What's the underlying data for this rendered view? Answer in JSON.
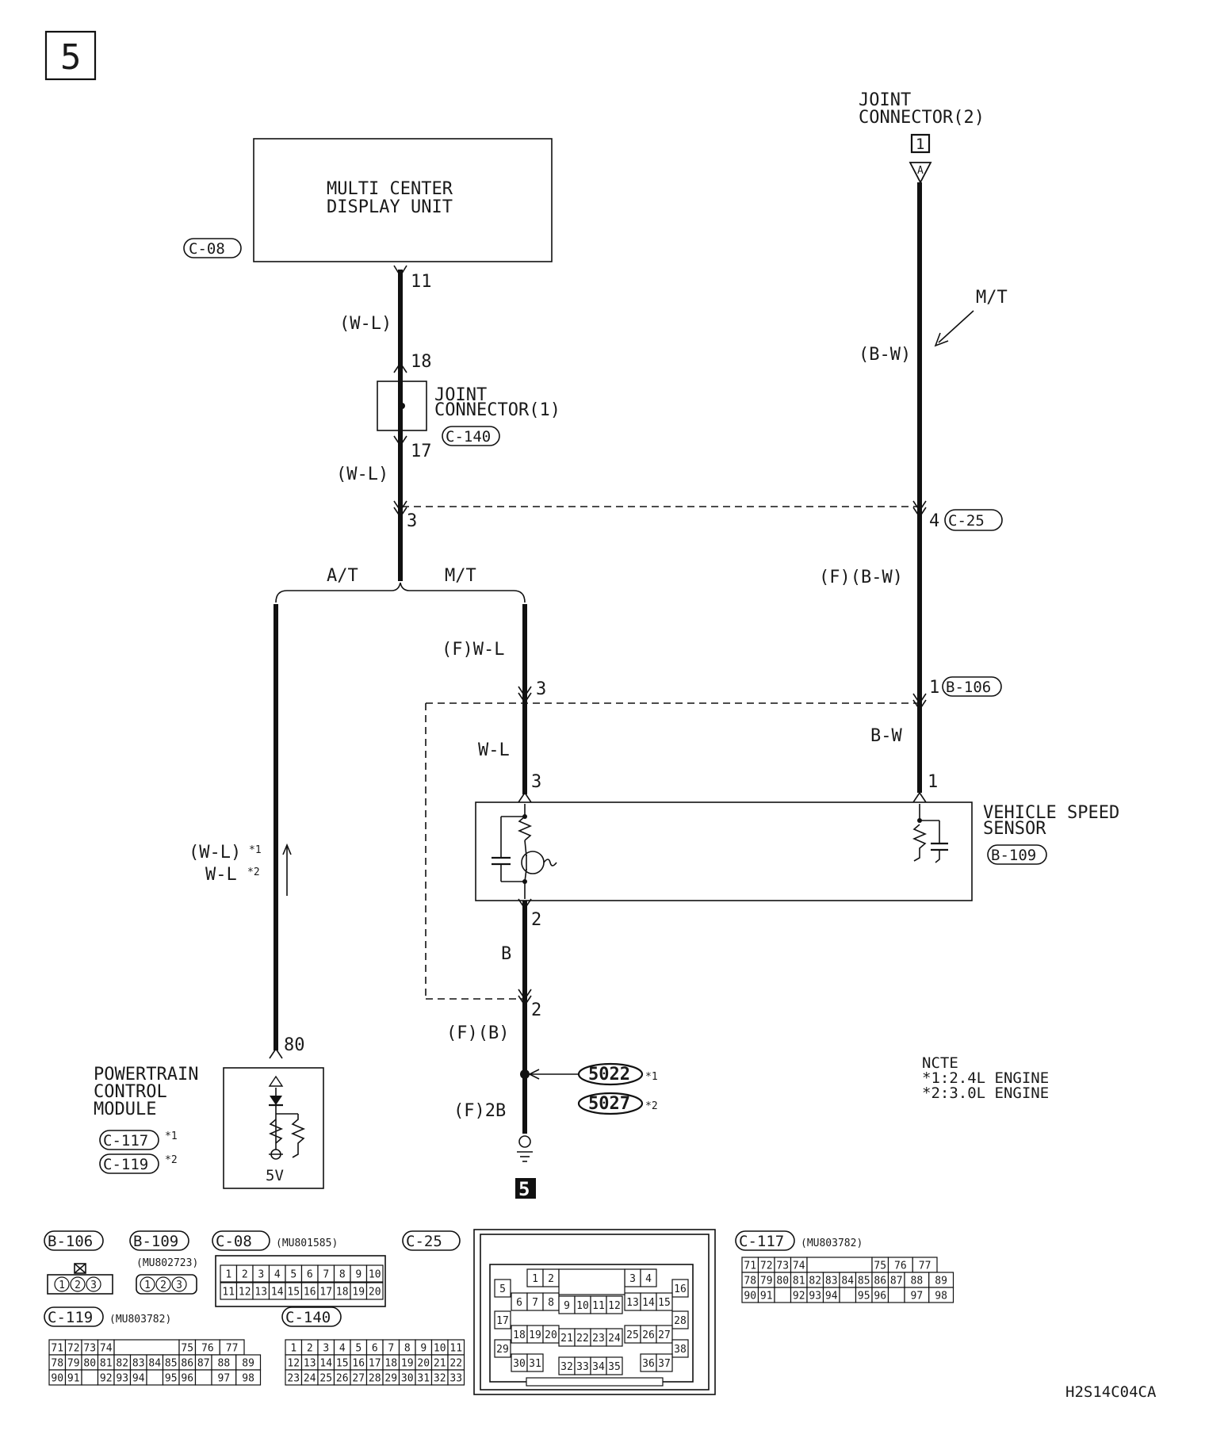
{
  "page_number": "5",
  "page_marker": "5",
  "figure_code": "H2S14C04CA",
  "components": {
    "mcd": {
      "line1": "MULTI CENTER",
      "line2": "DISPLAY UNIT",
      "ref": "C-08"
    },
    "jc1": {
      "line1": "JOINT",
      "line2": "CONNECTOR(1)",
      "ref": "C-140"
    },
    "jc2": {
      "line1": "JOINT",
      "line2": "CONNECTOR(2)",
      "num": "1",
      "tri": "A"
    },
    "vss": {
      "line1": "VEHICLE SPEED",
      "line2": "SENSOR",
      "ref": "B-109"
    },
    "pcm": {
      "line1": "POWERTRAIN",
      "line2": "CONTROL",
      "line3": "MODULE",
      "ref1": "C-117",
      "ref2": "C-119",
      "m1": "*1",
      "m2": "*2",
      "v": "5V"
    },
    "c25": {
      "ref": "C-25"
    },
    "b106": {
      "ref": "B-106"
    },
    "g1": {
      "ref": "5022",
      "m": "*1"
    },
    "g2": {
      "ref": "5027",
      "m": "*2"
    }
  },
  "pins": {
    "p11": "11",
    "p18": "18",
    "p17": "17",
    "p3a": "3",
    "p4": "4",
    "p3b": "3",
    "p1a": "1",
    "p3c": "3",
    "p1b": "1",
    "p2a": "2",
    "p2b": "2",
    "p80": "80"
  },
  "wires": {
    "w1": "(W-L)",
    "w2": "(W-L)",
    "w3": "(B-W)",
    "mt_arrow": "M/T",
    "at": "A/T",
    "mt": "M/T",
    "w4": "(F)(B-W)",
    "w5": "(F)W-L",
    "w6": "W-L",
    "w7": "B-W",
    "w8": "B",
    "w9": "(F)(B)",
    "w10": "(F)2B",
    "w11a": "(W-L)",
    "w11am": "*1",
    "w11b": "W-L",
    "w11bm": "*2"
  },
  "note": {
    "title": "NCTE",
    "l1": "*1:2.4L ENGINE",
    "l2": "*2:3.0L ENGINE"
  },
  "connectors": {
    "b106": {
      "ref": "B-106",
      "pins": [
        "1",
        "2",
        "3"
      ]
    },
    "b109": {
      "ref": "B-109",
      "part": "(MU802723)",
      "pins": [
        "1",
        "2",
        "3"
      ]
    },
    "c08": {
      "ref": "C-08",
      "part": "(MU801585)",
      "pins": [
        "1",
        "2",
        "3",
        "4",
        "5",
        "6",
        "7",
        "8",
        "9",
        "10",
        "11",
        "12",
        "13",
        "14",
        "15",
        "16",
        "17",
        "18",
        "19",
        "20"
      ]
    },
    "c25": {
      "ref": "C-25",
      "pins": [
        "1",
        "2",
        "3",
        "4",
        "5",
        "6",
        "7",
        "8",
        "9",
        "10",
        "11",
        "12",
        "13",
        "14",
        "15",
        "16",
        "17",
        "18",
        "19",
        "20",
        "21",
        "22",
        "23",
        "24",
        "25",
        "26",
        "27",
        "28",
        "29",
        "30",
        "31",
        "32",
        "33",
        "34",
        "35",
        "36",
        "37",
        "38"
      ]
    },
    "c117": {
      "ref": "C-117",
      "part": "(MU803782)",
      "pins": [
        "71",
        "72",
        "73",
        "74",
        "75",
        "76",
        "77",
        "78",
        "79",
        "80",
        "81",
        "82",
        "83",
        "84",
        "85",
        "86",
        "87",
        "88",
        "89",
        "90",
        "91",
        "92",
        "93",
        "94",
        "95",
        "96",
        "97",
        "98"
      ]
    },
    "c119": {
      "ref": "C-119",
      "part": "(MU803782)",
      "pins": [
        "71",
        "72",
        "73",
        "74",
        "75",
        "76",
        "77",
        "78",
        "79",
        "80",
        "81",
        "82",
        "83",
        "84",
        "85",
        "86",
        "87",
        "88",
        "89",
        "90",
        "91",
        "92",
        "93",
        "94",
        "95",
        "96",
        "97",
        "98"
      ]
    },
    "c140": {
      "ref": "C-140",
      "pins": [
        "1",
        "2",
        "3",
        "4",
        "5",
        "6",
        "7",
        "8",
        "9",
        "10",
        "11",
        "12",
        "13",
        "14",
        "15",
        "16",
        "17",
        "18",
        "19",
        "20",
        "21",
        "22",
        "23",
        "24",
        "25",
        "26",
        "27",
        "28",
        "29",
        "30",
        "31",
        "32",
        "33"
      ]
    }
  }
}
